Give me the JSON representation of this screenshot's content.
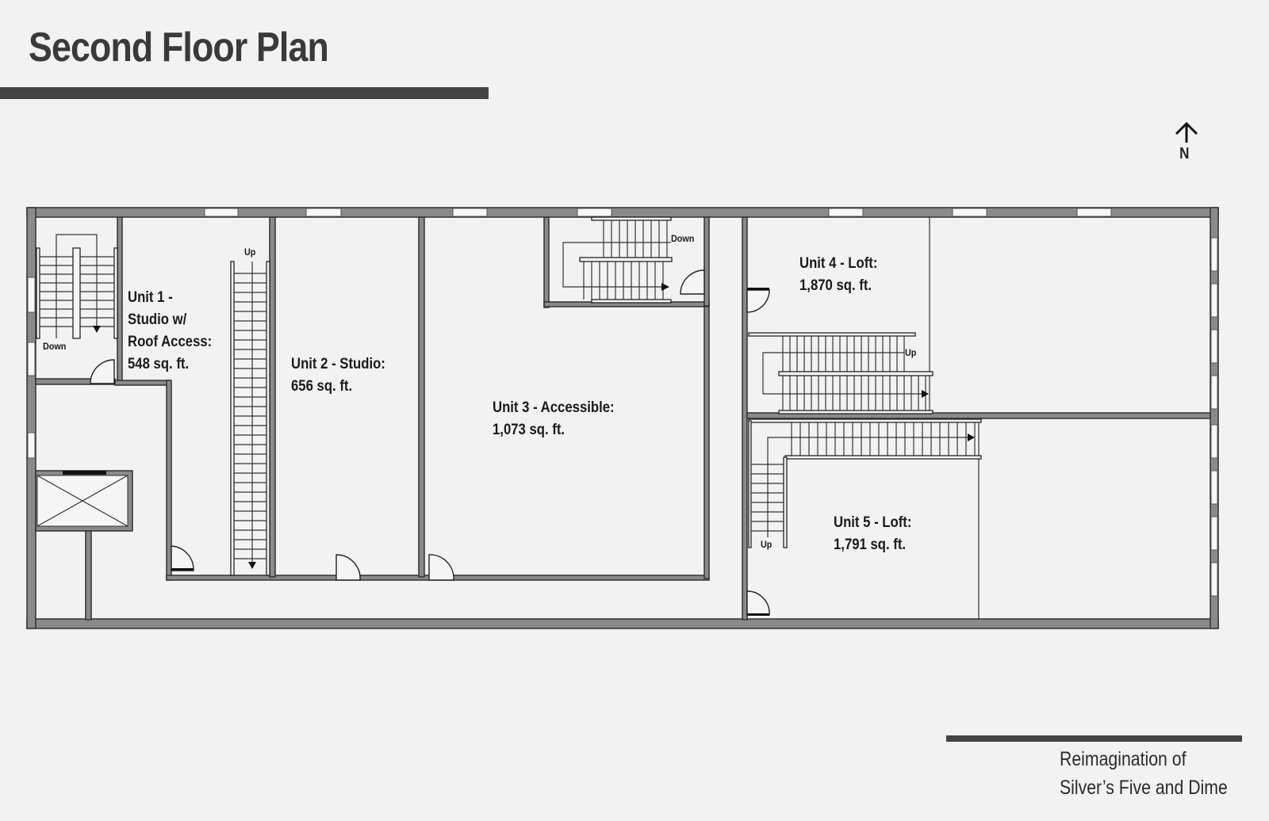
{
  "header": {
    "title": "Second Floor Plan"
  },
  "compass": {
    "label": "N",
    "icon": "north-arrow-icon"
  },
  "units": [
    {
      "name": "Unit 1 - Studio w/ Roof Access",
      "line1": "Unit 1 -",
      "line2": "Studio w/",
      "line3": "Roof Access:",
      "area": "548 sq. ft."
    },
    {
      "name": "Unit 2 - Studio",
      "line1": "Unit 2 - Studio:",
      "area": "656 sq. ft."
    },
    {
      "name": "Unit 3 - Accessible",
      "line1": "Unit 3 - Accessible:",
      "area": "1,073 sq. ft."
    },
    {
      "name": "Unit 4 - Loft",
      "line1": "Unit 4 - Loft:",
      "area": "1,870 sq. ft."
    },
    {
      "name": "Unit 5 - Loft",
      "line1": "Unit 5 - Loft:",
      "area": "1,791 sq. ft."
    }
  ],
  "stair_labels": {
    "west_stair": "Down",
    "unit1_stair": "Up",
    "central_stair": "Down",
    "unit4_stair": "Up",
    "unit5_stair": "Up"
  },
  "footer": {
    "line1": "Reimagination of",
    "line2": "Silver’s Five and Dime"
  },
  "colors": {
    "wall": "#8a8a8a",
    "wall_edge": "#333333",
    "background": "#f2f2f2",
    "text": "#1a1a1a",
    "bar": "#444444"
  }
}
